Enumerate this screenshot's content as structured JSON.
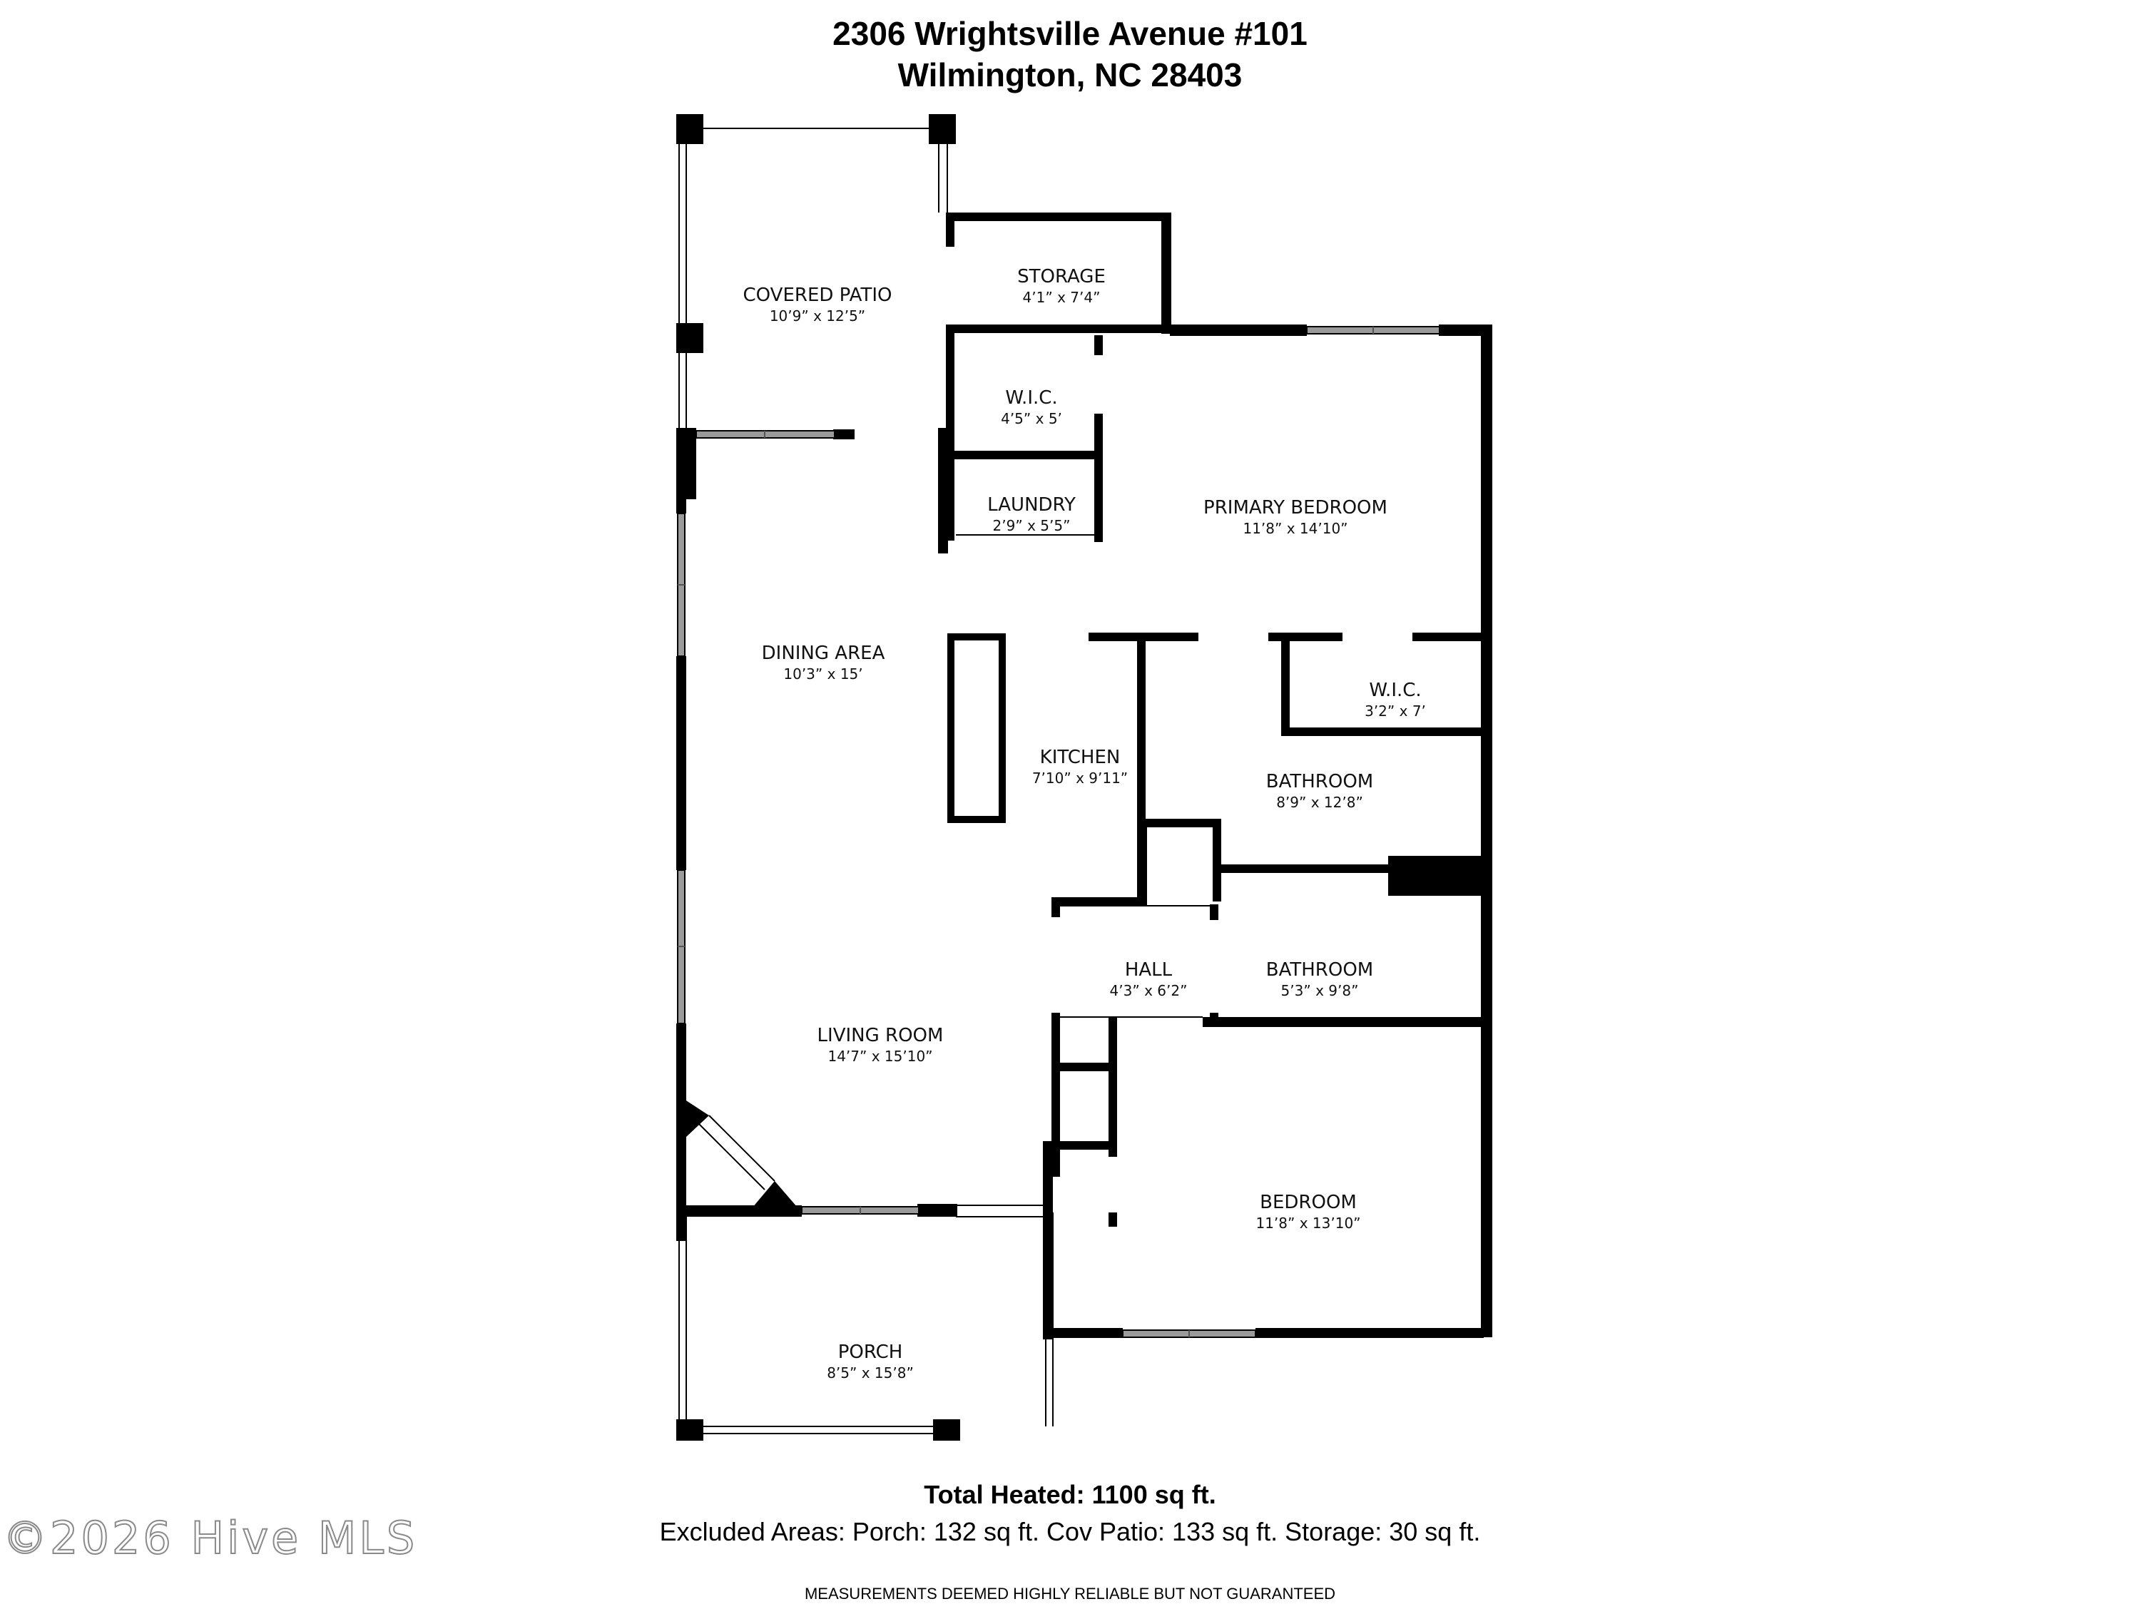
{
  "header": {
    "address_line1": "2306 Wrightsville Avenue #101",
    "address_line2": "Wilmington, NC 28403"
  },
  "rooms": {
    "covered_patio": {
      "name": "COVERED PATIO",
      "dims": "10’9” x 12’5”"
    },
    "storage": {
      "name": "STORAGE",
      "dims": "4’1” x 7’4”"
    },
    "wic_1": {
      "name": "W.I.C.",
      "dims": "4’5” x 5’"
    },
    "laundry": {
      "name": "LAUNDRY",
      "dims": "2’9” x 5’5”"
    },
    "primary_bedroom": {
      "name": "PRIMARY BEDROOM",
      "dims": "11’8” x 14’10”"
    },
    "dining_area": {
      "name": "DINING AREA",
      "dims": "10’3” x 15’"
    },
    "wic_2": {
      "name": "W.I.C.",
      "dims": "3’2” x 7’"
    },
    "kitchen": {
      "name": "KITCHEN",
      "dims": "7’10” x 9’11”"
    },
    "bathroom_1": {
      "name": "BATHROOM",
      "dims": "8’9” x 12’8”"
    },
    "hall": {
      "name": "HALL",
      "dims": "4’3” x 6’2”"
    },
    "bathroom_2": {
      "name": "BATHROOM",
      "dims": "5’3” x 9’8”"
    },
    "living_room": {
      "name": "LIVING ROOM",
      "dims": "14’7” x 15’10”"
    },
    "bedroom": {
      "name": "BEDROOM",
      "dims": "11’8” x 13’10”"
    },
    "porch": {
      "name": "PORCH",
      "dims": "8’5” x 15’8”"
    }
  },
  "footer": {
    "total_heated": "Total Heated: 1100 sq ft.",
    "excluded_areas": "Excluded Areas: Porch: 132 sq ft. Cov Patio: 133 sq ft. Storage: 30 sq ft.",
    "disclaimer": "MEASUREMENTS DEEMED HIGHLY RELIABLE BUT NOT GUARANTEED"
  },
  "watermark": "©2026 Hive MLS",
  "colors": {
    "wall": "#000000",
    "window": "#9a9a9a",
    "background": "#ffffff"
  }
}
